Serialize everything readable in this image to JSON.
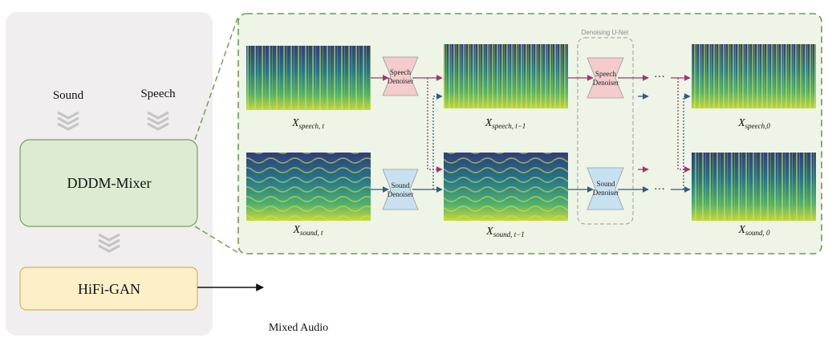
{
  "inputs": {
    "sound_label": "Sound",
    "speech_label": "Speech"
  },
  "mixer_label": "DDDM-Mixer",
  "vocoder_label": "HiFi-GAN",
  "output_label": "Mixed Audio",
  "unet_label": "Denoising U-Net",
  "denoisers": {
    "speech": [
      "Speech",
      "Denoiser"
    ],
    "sound": [
      "Sound",
      "Denoiser"
    ]
  },
  "ellipsis": "···",
  "spectrograms": {
    "speech_t": {
      "base": "X",
      "sub": "speech, t"
    },
    "speech_t1": {
      "base": "X",
      "sub": "speech, t−1"
    },
    "speech_0": {
      "base": "X",
      "sub": "speech,0"
    },
    "sound_t": {
      "base": "X",
      "sub": "sound, t"
    },
    "sound_t1": {
      "base": "X",
      "sub": "sound, t−1"
    },
    "sound_0": {
      "base": "X",
      "sub": "sound, 0"
    }
  },
  "colors": {
    "speech_arrow": "#b0306a",
    "sound_arrow": "#2e5d82",
    "speech_denoiser_fill": "#f4cccc",
    "sound_denoiser_fill": "#c7e1f0",
    "mixer_fill": "#dcebd2",
    "mixer_border": "#7aa05a",
    "hifigan_fill": "#fdf0c8",
    "hifigan_border": "#d4b25a",
    "panel_fill": "#f0eeef",
    "pipeline_fill": "#eef5e7",
    "pipeline_border": "#6f9a4e"
  }
}
